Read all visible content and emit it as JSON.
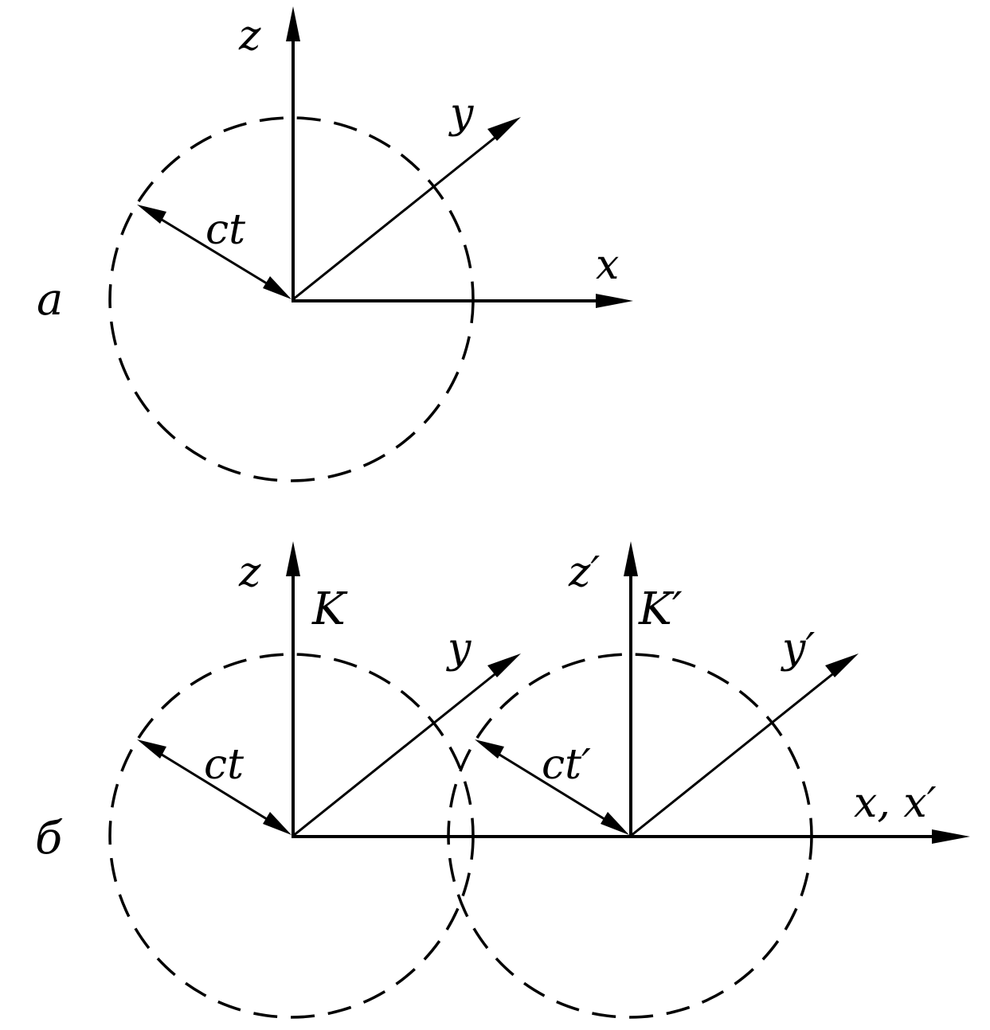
{
  "figure": {
    "panel_a": {
      "panel_label": "a",
      "axis_z": "z",
      "axis_y": "y",
      "axis_x": "x",
      "radius_label": "ct"
    },
    "panel_b": {
      "panel_label": "б",
      "frame_K": {
        "frame_label": "K",
        "axis_z": "z",
        "axis_y": "y",
        "radius_label": "ct"
      },
      "frame_K_prime": {
        "frame_label": "K′",
        "axis_z": "z′",
        "axis_y": "y′",
        "radius_label": "ct′"
      },
      "shared_x_axis": "x, x′"
    }
  }
}
